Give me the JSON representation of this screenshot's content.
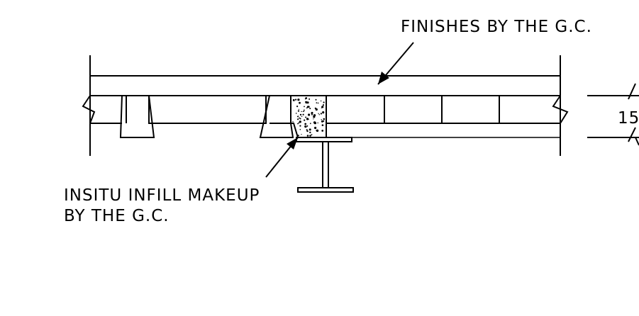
{
  "labels": {
    "finishes": "FINISHES  BY  THE  G.C.",
    "infill_line1": "INSITU  INFILL  MAKEUP",
    "infill_line2": "BY  THE  G.C.",
    "dimension": "15"
  },
  "colors": {
    "ink": "#000000",
    "background": "#ffffff"
  }
}
